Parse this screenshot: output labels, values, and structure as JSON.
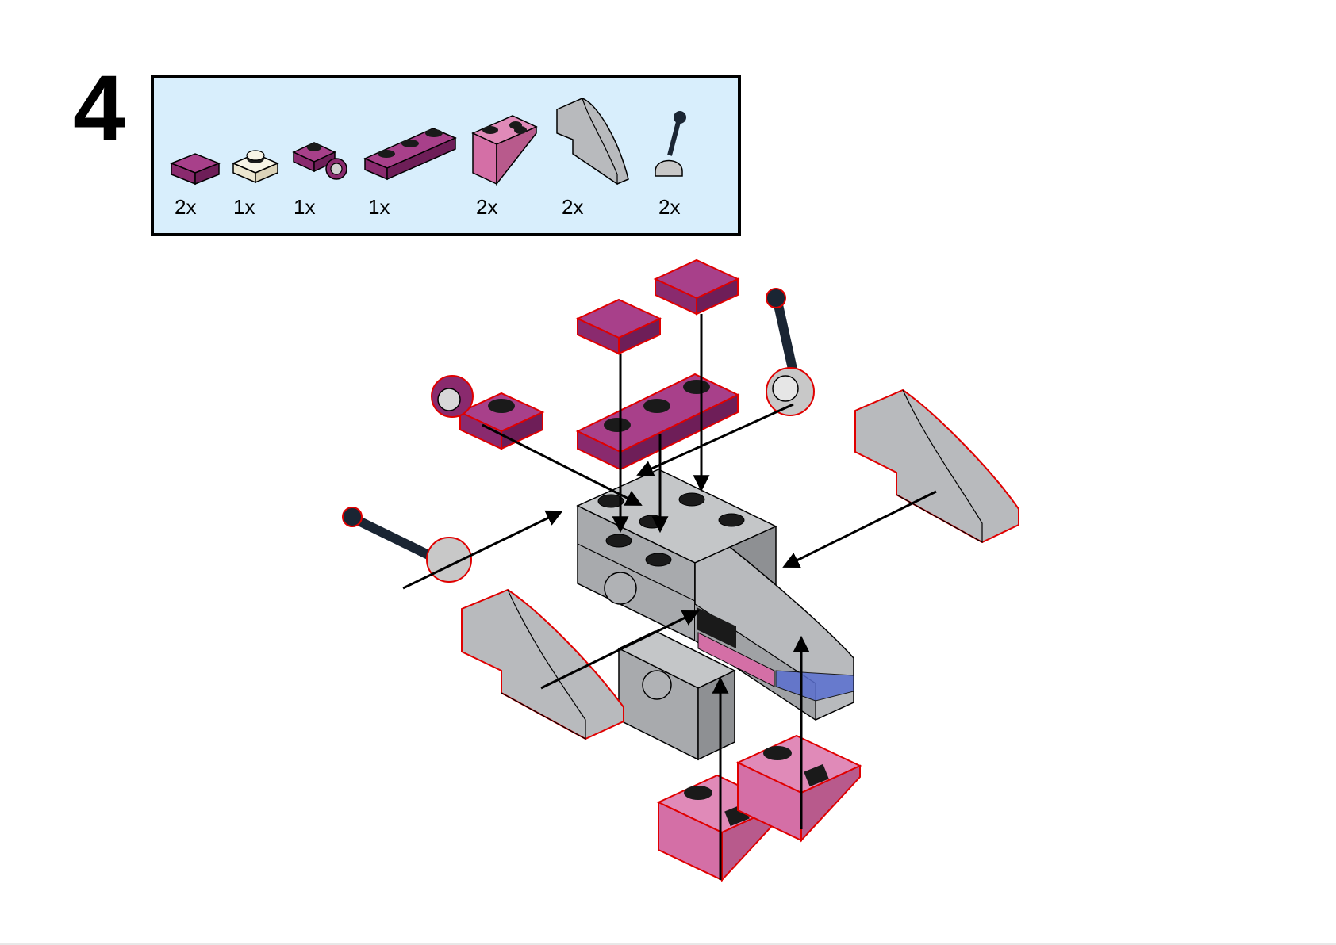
{
  "step": {
    "number": "4"
  },
  "parts_list": [
    {
      "qty": "2x",
      "part": "plate-1x1-tile-magenta",
      "color": "#8a2a6e"
    },
    {
      "qty": "1x",
      "part": "plate-1x1-white",
      "color": "#f4f0e0"
    },
    {
      "qty": "1x",
      "part": "plate-with-clip-magenta",
      "color": "#8a2a6e"
    },
    {
      "qty": "1x",
      "part": "plate-1x3-magenta",
      "color": "#8a2a6e"
    },
    {
      "qty": "2x",
      "part": "inverted-slope-pink",
      "color": "#d46fa6"
    },
    {
      "qty": "2x",
      "part": "curved-slope-gray",
      "color": "#a8aaad"
    },
    {
      "qty": "2x",
      "part": "lever-stick-ball-socket",
      "color": "#1a2533"
    }
  ],
  "colors": {
    "magenta": "#8a2a6e",
    "pink": "#d46fa6",
    "gray": "#a8aaad",
    "light_gray": "#c4c6c8",
    "dark": "#1a2533",
    "trans_blue": "#5a6fd0",
    "highlight": "#e00000",
    "box_bg": "#d8eefc"
  }
}
